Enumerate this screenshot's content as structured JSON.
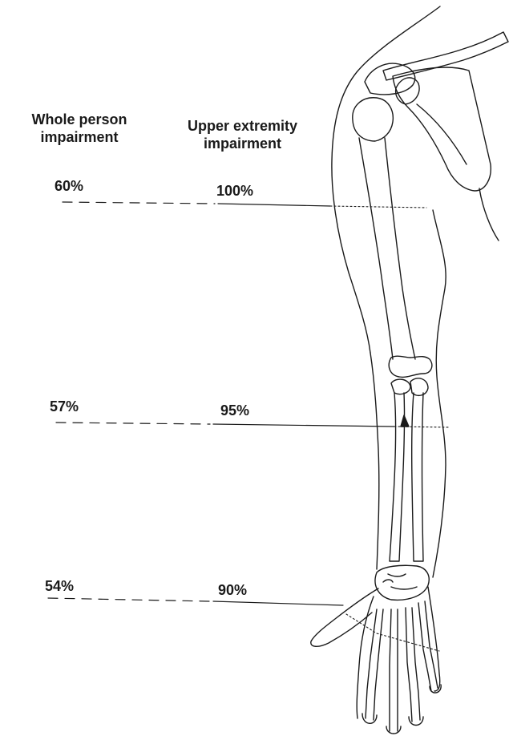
{
  "headers": {
    "whole_person_line1": "Whole person",
    "whole_person_line2": "impairment",
    "upper_extremity_line1": "Upper extremity",
    "upper_extremity_line2": "impairment"
  },
  "levels": [
    {
      "whole_person": "60%",
      "upper_extremity": "100%"
    },
    {
      "whole_person": "57%",
      "upper_extremity": "95%"
    },
    {
      "whole_person": "54%",
      "upper_extremity": "90%"
    }
  ],
  "colors": {
    "ink": "#1a1a1a",
    "background": "#ffffff"
  }
}
